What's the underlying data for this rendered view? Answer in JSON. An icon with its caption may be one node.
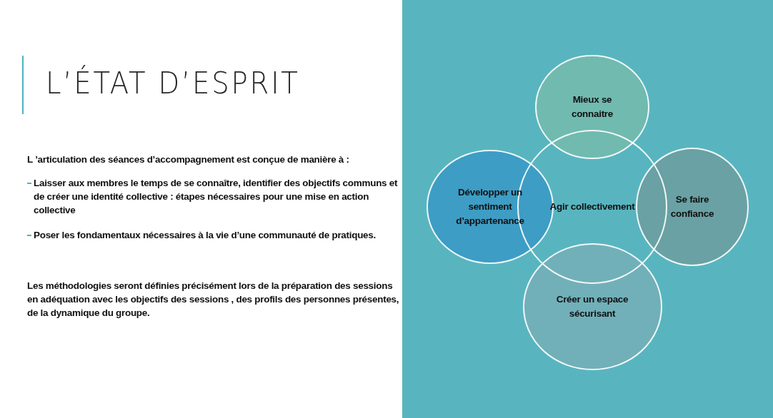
{
  "diagram": {
    "title": "L’ÉTAT D’ESPRIT",
    "nodes": [
      {
        "text": [
          "Mieux se connaitre"
        ]
      },
      {
        "text": [
          "Développer un sentiment d’appartenance"
        ]
      },
      {
        "text": [
          "Agir collectivement"
        ]
      },
      {
        "text": [
          "Se faire confiance"
        ]
      },
      {
        "text": [
          "Créer un espace sécurisant"
        ]
      }
    ],
    "labels": [
      "L ’articulation des séances d’accompagnement est conçue de manière à  :",
      "Laisser aux membres le temps de se connaître, identifier des objectifs communs et de créer une identité collective : étapes nécessaires pour une mise en action collective",
      "Poser les fondamentaux nécessaires à la vie d’une communauté de pratiques.",
      "Les méthodologies seront définies précisément  lors de la préparation des sessions en adéquation avec les objectifs des sessions , des profils des personnes présentes, de la dynamique du groupe."
    ]
  }
}
